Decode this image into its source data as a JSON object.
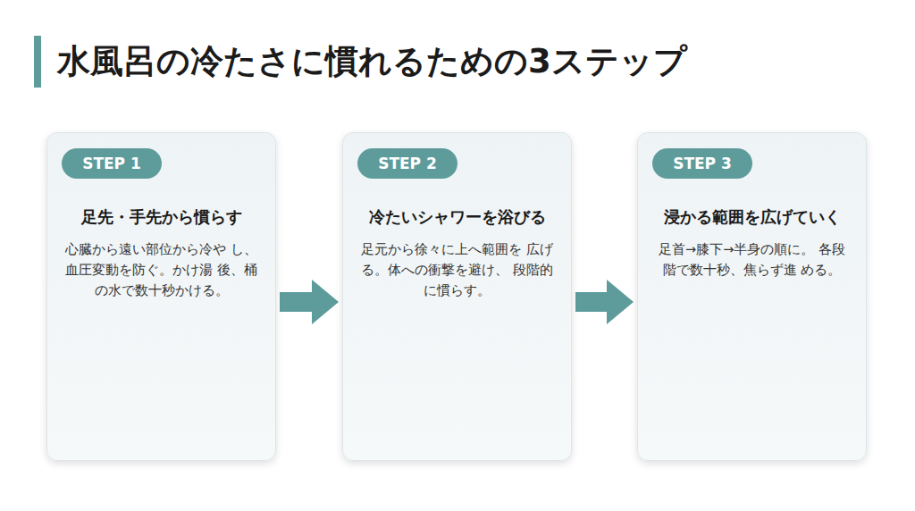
{
  "diagram": {
    "title": "水風呂の冷たさに慣れるための3ステップ",
    "nodes": [
      {
        "text": [
          "足先・手先から慣らす",
          "心臓から遠い部位から冷や し、血圧変動を防ぐ。かけ湯 後、桶の水で数十秒かける。"
        ]
      },
      {
        "text": [
          "STEP 1"
        ],
        "in": 0
      },
      {
        "text": [
          "冷たいシャワーを浴びる",
          "足元から徐々に上へ範囲を 広げる。体への衝撃を避け、 段階的に慣らす。"
        ]
      },
      {
        "text": [
          "STEP 2"
        ],
        "in": 2
      },
      {
        "text": [
          "浸かる範囲を広げていく",
          "足首→膝下→半身の順に。 各段階で数十秒、焦らず進 める。"
        ]
      },
      {
        "text": [
          "STEP 3"
        ],
        "in": 4
      }
    ],
    "edges": [
      {
        "from": 0,
        "to": 2,
        "arrow": "to"
      },
      {
        "from": 2,
        "to": 4,
        "arrow": "to"
      }
    ]
  }
}
